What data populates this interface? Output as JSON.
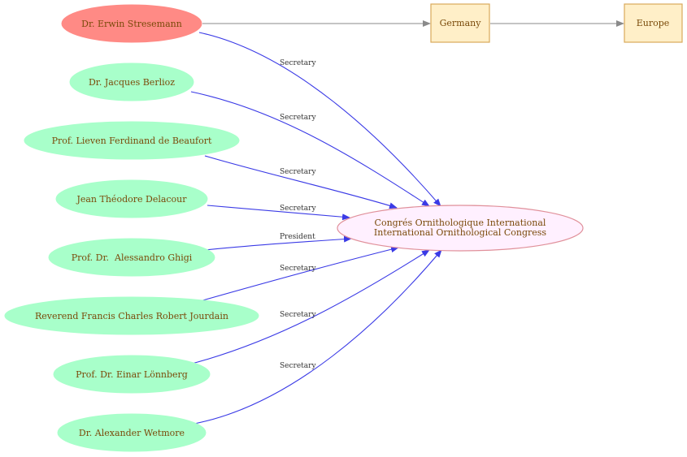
{
  "diagram": {
    "central": {
      "line1": "Congrés Ornithologique International",
      "line2": "International Ornithological Congress"
    },
    "root_person": "Dr. Erwin Stresemann",
    "country": "Germany",
    "continent": "Europe",
    "people": [
      {
        "name": "Dr. Erwin Stresemann",
        "role": "Secretary"
      },
      {
        "name": "Dr. Jacques Berlioz",
        "role": "Secretary"
      },
      {
        "name": "Prof. Lieven Ferdinand de Beaufort",
        "role": "Secretary"
      },
      {
        "name": "Jean Théodore Delacour",
        "role": "Secretary"
      },
      {
        "name": "Prof. Dr.  Alessandro Ghigi",
        "role": "President"
      },
      {
        "name": "Reverend Francis Charles Robert Jourdain",
        "role": "Secretary"
      },
      {
        "name": "Prof. Dr. Einar Lönnberg",
        "role": "Secretary"
      },
      {
        "name": "Dr. Alexander Wetmore",
        "role": "Secretary"
      }
    ],
    "colors": {
      "root_fill": "#ff8a85",
      "person_fill": "#a8ffca",
      "central_fill": "#fff0ff",
      "central_stroke": "#e0909a",
      "box_fill": "#ffefc8",
      "box_stroke": "#d9a95a",
      "edge": "#3a3ae6",
      "grey_edge": "#8a8a8a"
    }
  }
}
